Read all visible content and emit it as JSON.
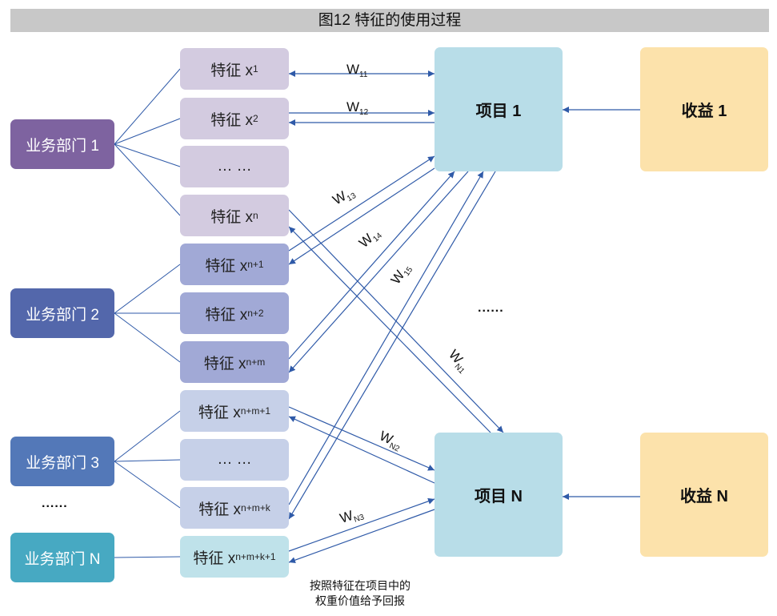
{
  "title": "图12 特征的使用过程",
  "departments": [
    {
      "label": "业务部门 1",
      "color": "#7e63a0"
    },
    {
      "label": "业务部门 2",
      "color": "#5367ab"
    },
    {
      "label": "业务部门 3",
      "color": "#5378b8"
    },
    {
      "label": "业务部门 N",
      "color": "#47a9c2"
    }
  ],
  "departments_ellipsis": "......",
  "features": [
    {
      "prefix": "特征 x",
      "sub": "1",
      "color": "#d3cbe0"
    },
    {
      "prefix": "特征 x",
      "sub": "2",
      "color": "#d3cbe0"
    },
    {
      "prefix": "… …",
      "sub": "",
      "color": "#d3cbe0"
    },
    {
      "prefix": "特征 x",
      "sub": "n",
      "color": "#d3cbe0"
    },
    {
      "prefix": "特征 x",
      "sub": "n+1",
      "color": "#a1a9d6"
    },
    {
      "prefix": "特征 x",
      "sub": "n+2",
      "color": "#a1a9d6"
    },
    {
      "prefix": "特征 x",
      "sub": "n+m",
      "color": "#a1a9d6"
    },
    {
      "prefix": "特征 x",
      "sub": "n+m+1",
      "color": "#c6d0e8"
    },
    {
      "prefix": "… …",
      "sub": "",
      "color": "#c6d0e8"
    },
    {
      "prefix": "特征 x",
      "sub": "n+m+k",
      "color": "#c6d0e8"
    },
    {
      "prefix": "特征 x",
      "sub": "n+m+k+1",
      "color": "#bfe2ea"
    }
  ],
  "projects": [
    {
      "label": "项目 1"
    },
    {
      "label": "项目 N"
    }
  ],
  "projects_ellipsis": "......",
  "revenues": [
    {
      "label": "收益 1"
    },
    {
      "label": "收益 N"
    }
  ],
  "weights": [
    {
      "main": "W",
      "sub": "11"
    },
    {
      "main": "W",
      "sub": "12"
    },
    {
      "main": "W",
      "sub": "13"
    },
    {
      "main": "W",
      "sub": "14"
    },
    {
      "main": "W",
      "sub": "15"
    },
    {
      "main": "W",
      "sub": "N1"
    },
    {
      "main": "W",
      "sub": "N2"
    },
    {
      "main": "W",
      "sub": "N3"
    }
  ],
  "note_lines": [
    "按照特征在项目中的",
    "权重价值给予回报"
  ],
  "colors": {
    "line": "#2f5aa8",
    "title_bg": "#c8c8c8"
  }
}
